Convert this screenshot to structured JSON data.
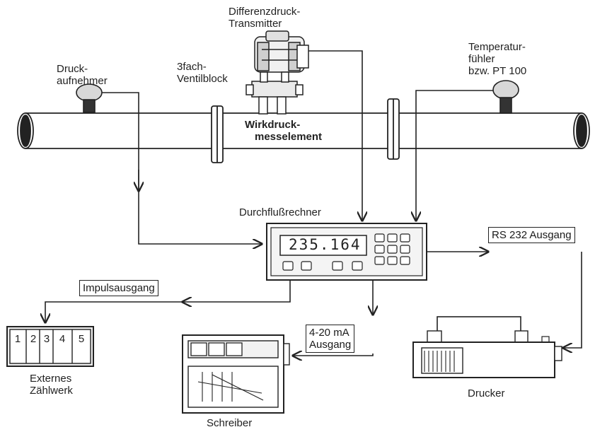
{
  "labels": {
    "dp_transmitter": [
      "Differenzdruck-",
      "Transmitter"
    ],
    "pressure_sensor": [
      "Druck-",
      "aufnehmer"
    ],
    "valve_block": [
      "3fach-",
      "Ventilblock"
    ],
    "temp_sensor": [
      "Temperatur-",
      "fühler",
      "bzw. PT 100"
    ],
    "primary_element": [
      "Wirkdruck-",
      "messelement"
    ],
    "flow_computer": "Durchflußrechner",
    "rs232": "RS 232 Ausgang",
    "pulse_out": "Impulsausgang",
    "analog_out": [
      "4-20 mA",
      "Ausgang"
    ],
    "counter": [
      "Externes",
      "Zählwerk"
    ],
    "recorder": "Schreiber",
    "printer": "Drucker"
  },
  "display": {
    "value": "235.164"
  },
  "counter_digits": [
    "1",
    "2",
    "3",
    "4",
    "5"
  ]
}
